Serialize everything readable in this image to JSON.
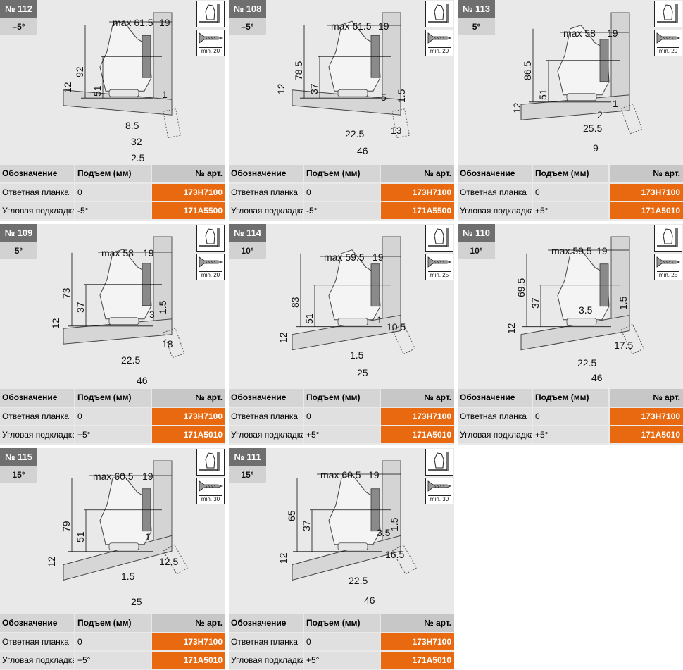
{
  "table_headers": {
    "designation": "Обозначение",
    "lift": "Подъем (мм)",
    "art_no": "№ арт."
  },
  "colors": {
    "accent": "#e8690f",
    "badge": "#6f6f6f",
    "panel": "#e9e9e9"
  },
  "panels": [
    {
      "number": "№ 112",
      "angle": "–5°",
      "angle_value": -5,
      "screw": "min. 20",
      "dims": [
        "max 61.5",
        "19",
        "92",
        "51",
        "12",
        "1",
        "8.5",
        "32",
        "2.5"
      ],
      "rows": [
        {
          "name": "Ответная планка",
          "lift": "0",
          "art": "173H7100"
        },
        {
          "name": "Угловая подкладка",
          "lift": "-5°",
          "art": "171A5500"
        }
      ]
    },
    {
      "number": "№ 108",
      "angle": "–5°",
      "angle_value": -5,
      "screw": "min. 20",
      "dims": [
        "max 61.5",
        "19",
        "78.5",
        "37",
        "12",
        "5",
        "1.5",
        "22.5",
        "13",
        "46"
      ],
      "rows": [
        {
          "name": "Ответная планка",
          "lift": "0",
          "art": "173H7100"
        },
        {
          "name": "Угловая подкладка",
          "lift": "-5°",
          "art": "171A5500"
        }
      ]
    },
    {
      "number": "№ 113",
      "angle": "5°",
      "angle_value": 5,
      "screw": "min. 20",
      "dims": [
        "max 58",
        "19",
        "86.5",
        "51",
        "12",
        "1",
        "2",
        "25.5",
        "9"
      ],
      "rows": [
        {
          "name": "Ответная планка",
          "lift": "0",
          "art": "173H7100"
        },
        {
          "name": "Угловая подкладка",
          "lift": "+5°",
          "art": "171A5010"
        }
      ]
    },
    {
      "number": "№ 109",
      "angle": "5°",
      "angle_value": 5,
      "screw": "min. 20",
      "dims": [
        "max 58",
        "19",
        "73",
        "37",
        "12",
        "3",
        "1.5",
        "18",
        "22.5",
        "46"
      ],
      "rows": [
        {
          "name": "Ответная планка",
          "lift": "0",
          "art": "173H7100"
        },
        {
          "name": "Угловая подкладка",
          "lift": "+5°",
          "art": "171A5010"
        }
      ]
    },
    {
      "number": "№ 114",
      "angle": "10°",
      "angle_value": 10,
      "screw": "min. 25",
      "dims": [
        "max 59.5",
        "19",
        "83",
        "51",
        "12",
        "1",
        "10.5",
        "1.5",
        "25"
      ],
      "rows": [
        {
          "name": "Ответная планка",
          "lift": "0",
          "art": "173H7100"
        },
        {
          "name": "Угловая подкладка",
          "lift": "+5°",
          "art": "171A5010"
        }
      ]
    },
    {
      "number": "№ 110",
      "angle": "10°",
      "angle_value": 10,
      "screw": "min. 25",
      "dims": [
        "max 59.5",
        "19",
        "69.5",
        "37",
        "12",
        "3.5",
        "1.5",
        "17.5",
        "22.5",
        "46"
      ],
      "rows": [
        {
          "name": "Ответная планка",
          "lift": "0",
          "art": "173H7100"
        },
        {
          "name": "Угловая подкладка",
          "lift": "+5°",
          "art": "171A5010"
        }
      ]
    },
    {
      "number": "№ 115",
      "angle": "15°",
      "angle_value": 15,
      "screw": "min. 30",
      "dims": [
        "max 60.5",
        "19",
        "79",
        "51",
        "12",
        "1",
        "12.5",
        "1.5",
        "25"
      ],
      "rows": [
        {
          "name": "Ответная планка",
          "lift": "0",
          "art": "173H7100"
        },
        {
          "name": "Угловая подкладка",
          "lift": "+5°",
          "art": "171A5010"
        }
      ]
    },
    {
      "number": "№ 111",
      "angle": "15°",
      "angle_value": 15,
      "screw": "min. 30",
      "dims": [
        "max 60.5",
        "19",
        "65",
        "37",
        "12",
        "3.5",
        "1.5",
        "16.5",
        "22.5",
        "46"
      ],
      "rows": [
        {
          "name": "Ответная планка",
          "lift": "0",
          "art": "173H7100"
        },
        {
          "name": "Угловая подкладка",
          "lift": "+5°",
          "art": "171A5010"
        }
      ]
    }
  ]
}
